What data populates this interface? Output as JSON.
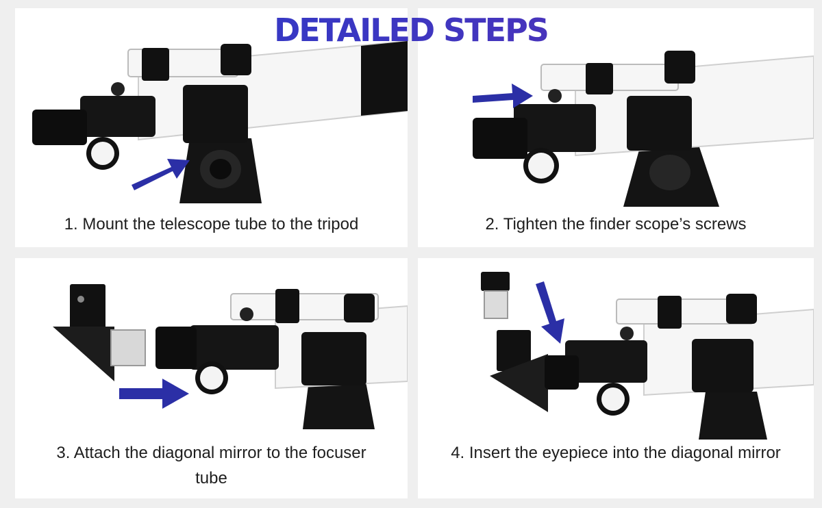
{
  "title": "DETAILED STEPS",
  "colors": {
    "title_gradient_start": "#2a3ac9",
    "title_gradient_end": "#5a2fb3",
    "arrow": "#2b2fa6",
    "panel_background": "#ffffff",
    "page_background": "#efefef",
    "tube_white": "#f6f6f6",
    "part_black": "#111111"
  },
  "steps": [
    {
      "number": 1,
      "caption": "1. Mount the telescope tube to the tripod",
      "icon": "arrow-up-right-icon"
    },
    {
      "number": 2,
      "caption": "2. Tighten the finder scope’s screws",
      "icon": "arrow-right-icon"
    },
    {
      "number": 3,
      "caption": "3. Attach the diagonal mirror to the focuser tube",
      "icon": "arrow-right-icon"
    },
    {
      "number": 4,
      "caption": "4. Insert the eyepiece into the diagonal mirror",
      "icon": "arrow-down-icon"
    }
  ]
}
